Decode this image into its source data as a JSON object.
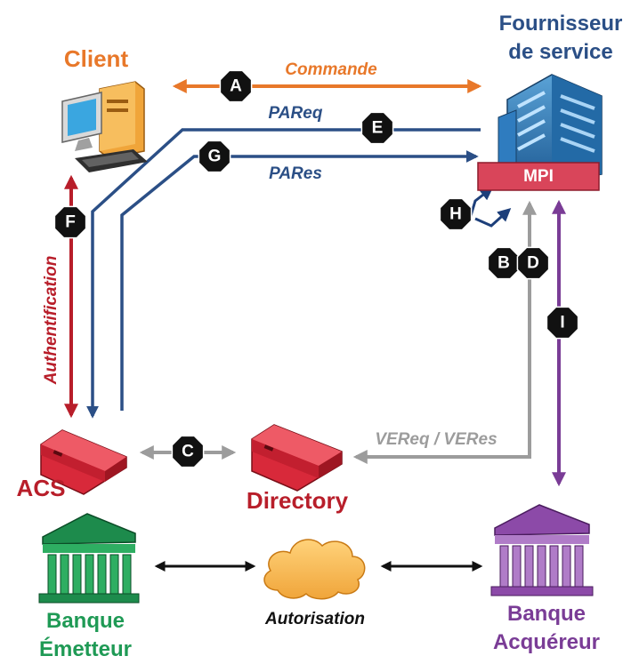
{
  "colors": {
    "orange": "#e8782a",
    "blue": "#2b4f86",
    "red": "#b81e2a",
    "gray": "#9c9c9c",
    "purple": "#7a3c96",
    "green": "#1f9a55",
    "black": "#111111"
  },
  "nodes": {
    "client": "Client",
    "provider_line1": "Fournisseur",
    "provider_line2": "de service",
    "mpi": "MPI",
    "acs": "ACS",
    "directory": "Directory",
    "issuer_bank_line1": "Banque",
    "issuer_bank_line2": "Émetteur",
    "acquirer_bank_line1": "Banque",
    "acquirer_bank_line2": "Acquéreur",
    "cloud": "Autorisation"
  },
  "flows": {
    "commande": "Commande",
    "pareq": "PAReq",
    "pares": "PARes",
    "authentification": "Authentification",
    "vereq_veres": "VEReq / VERes"
  },
  "badges": {
    "a": "A",
    "b": "B",
    "c": "C",
    "d": "D",
    "e": "E",
    "f": "F",
    "g": "G",
    "h": "H",
    "i": "I"
  },
  "icons": [
    "computer-icon",
    "building-icon",
    "server-icon",
    "bank-icon",
    "cloud-icon"
  ]
}
